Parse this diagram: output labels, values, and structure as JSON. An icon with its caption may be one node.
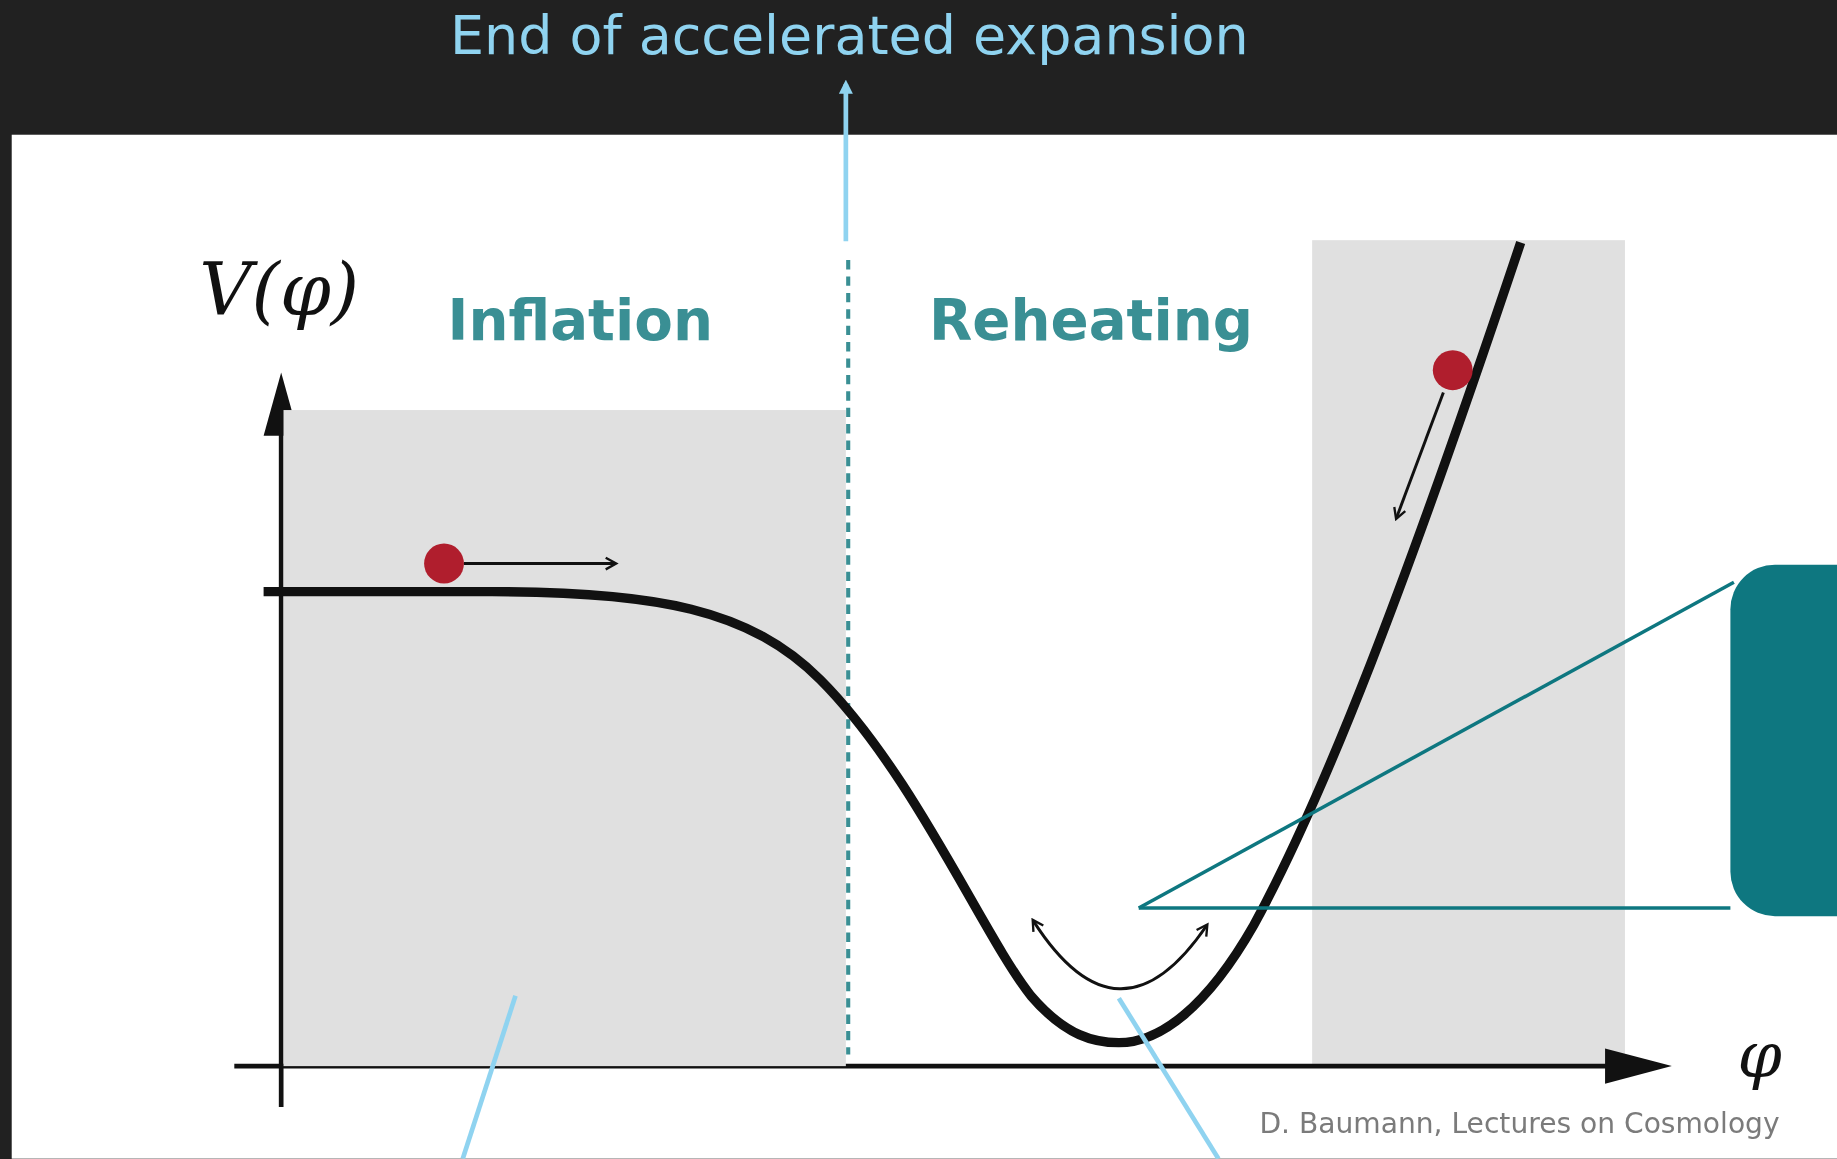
{
  "diagram": {
    "nodes": [
      {
        "text": [
          "End of accelerated expansion"
        ]
      },
      {
        "text": [],
        "shape": "box"
      },
      {
        "text": [],
        "shape": "curve"
      },
      {
        "text": [],
        "shape": "box"
      }
    ],
    "edges": [
      {
        "from": null,
        "to": 0,
        "arrow": "to"
      },
      {
        "from": null,
        "to": 1,
        "arrow": "none"
      },
      {
        "from": null,
        "to": 2,
        "arrow": "none"
      },
      {
        "from": 3,
        "to": 2,
        "arrow": "none",
        "color": "#0e7780"
      },
      {
        "from": 3,
        "to": 2,
        "arrow": "none",
        "color": "#0e7780"
      }
    ],
    "labels": [
      "V(φ)",
      "Inflation",
      "Reheating",
      "φ",
      "D. Baumann, Lectures on Cosmology"
    ]
  }
}
